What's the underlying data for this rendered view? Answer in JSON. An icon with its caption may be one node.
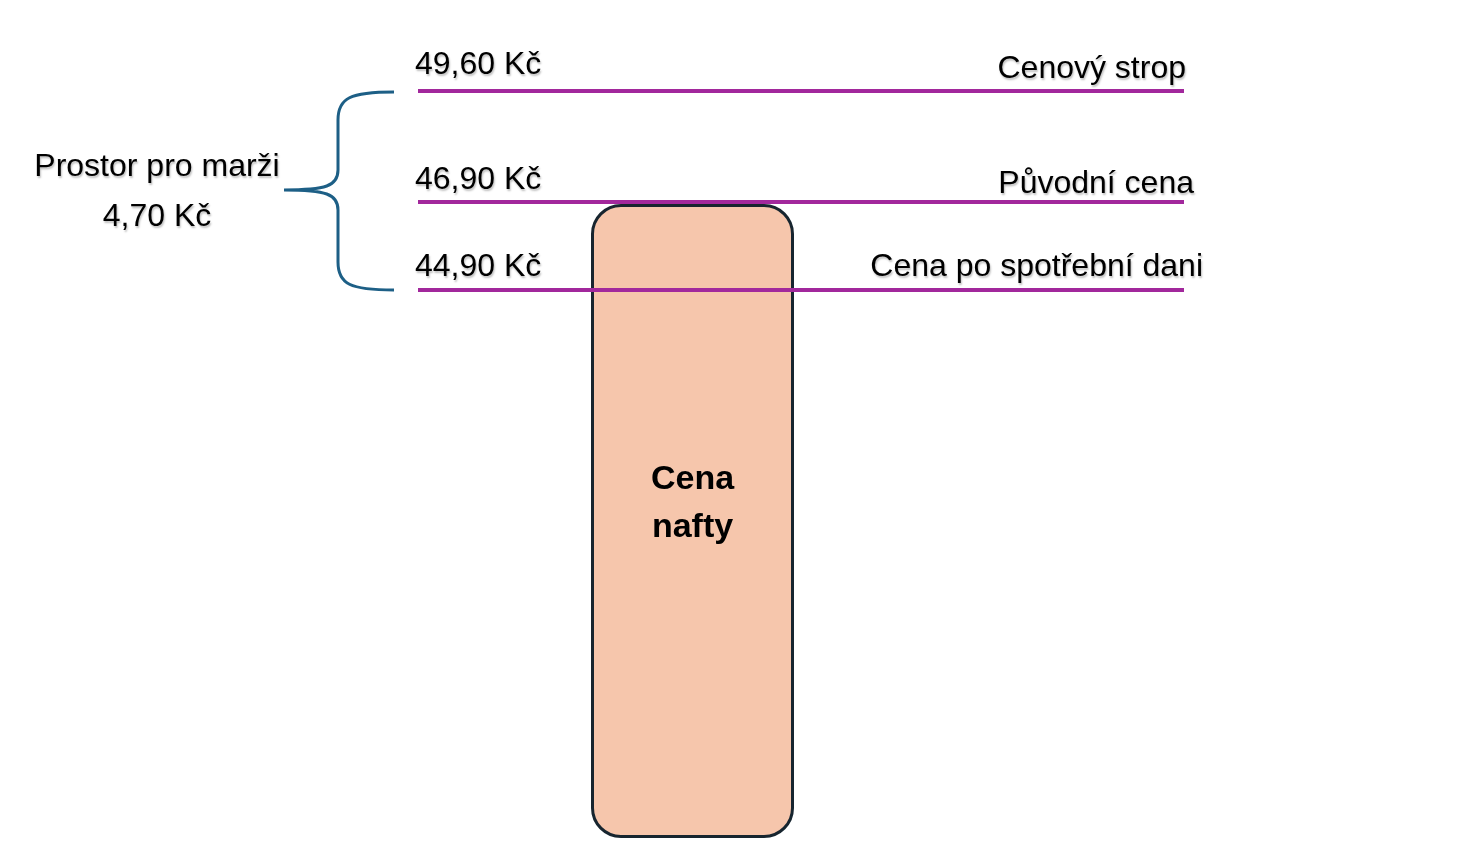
{
  "diagram": {
    "nodes": [
      {
        "text": [
          "Cena nafty"
        ]
      }
    ],
    "edges": [],
    "labels": [
      "49,60 Kč",
      "Cenový strop",
      "Prostor pro marži 4,70 Kč",
      "46,90 Kč",
      "Původní cena",
      "44,90 Kč",
      "Cena po spotřební dani"
    ]
  }
}
